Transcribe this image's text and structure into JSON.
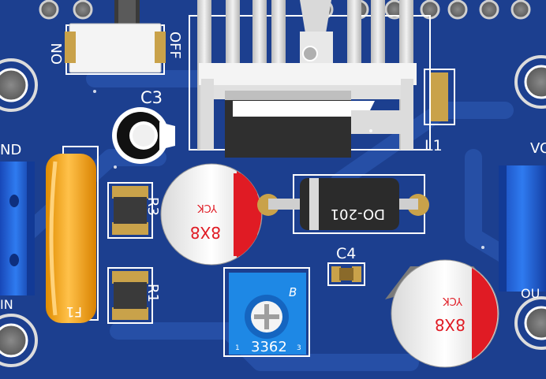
{
  "labels": {
    "on": "ON",
    "off": "OFF",
    "c3": "C3",
    "gnd": "ND",
    "r3": "R3",
    "r1": "R1",
    "c4": "C4",
    "l1": "L1",
    "f1": "F1",
    "in": "IN",
    "vo": "VO",
    "out": "OU"
  },
  "components": {
    "diode_marking": "DO-201",
    "cap1_code": "8X8",
    "cap1_brand": "YCK",
    "cap2_code": "8X8",
    "cap2_brand": "YCK",
    "pot_code": "3362",
    "pot_mark": "B",
    "pot_pin1": "1",
    "pot_pin3": "3"
  },
  "colors": {
    "board": "#1c3f8f",
    "silkscreen": "#ffffff",
    "pad": "#c9a24a",
    "terminal": "#1f5fd6",
    "fuse": "#f2a51a",
    "cap_stripe": "#e01b24",
    "pot_body": "#1e88e5"
  }
}
